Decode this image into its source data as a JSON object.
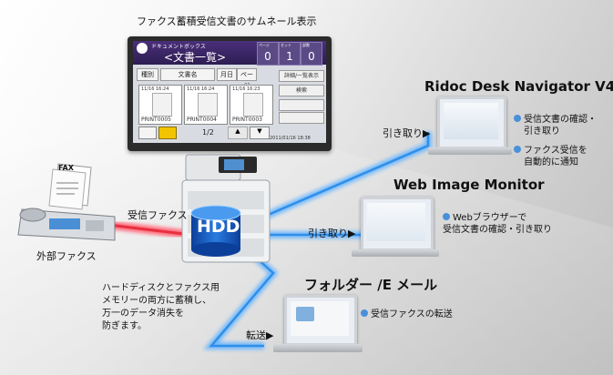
{
  "panel_caption": "ファクス蓄積受信文書のサムネール表示",
  "panel_screen": {
    "breadcrumb": "ドキュメントボックス",
    "title": "<文書一覧>",
    "counter_labels": [
      "ページ",
      "セット",
      "部数"
    ],
    "counters": [
      "0",
      "1",
      "0"
    ],
    "tabs": [
      "種別",
      "文書名",
      "月日",
      "ページ"
    ],
    "side_buttons": [
      "詳細/一覧表示",
      "検索"
    ],
    "thumbnails": [
      {
        "date": "11/16 16:24",
        "name": "PRINT0005"
      },
      {
        "date": "11/16 16:24",
        "name": "PRINT0004"
      },
      {
        "date": "11/16 16:23",
        "name": "PRINT0003"
      }
    ],
    "page_indicator": "1/2",
    "footer_time": "2011/01/16 18:38"
  },
  "fax": {
    "label": "FAX",
    "external_fax_label": "外部ファクス",
    "arrow_label": "受信ファクス"
  },
  "hdd_label": "HDD",
  "storage_note": [
    "ハードディスクとファクス用",
    "メモリーの両方に蓄積し、",
    "万一のデータ消失を",
    "防ぎます。"
  ],
  "destinations": [
    {
      "title": "Ridoc Desk Navigator V4",
      "arrow_label": "引き取り▶",
      "bullets": [
        [
          "受信文書の確認・",
          "引き取り"
        ],
        [
          "ファクス受信を",
          "自動的に通知"
        ]
      ]
    },
    {
      "title": "Web Image Monitor",
      "arrow_label": "引き取り▶",
      "bullets": [
        [
          "Webブラウザーで",
          "受信文書の確認・引き取り"
        ]
      ]
    },
    {
      "title": "フォルダー /E メール",
      "arrow_label": "転送▶",
      "bullets": [
        [
          "受信ファクスの転送"
        ]
      ]
    }
  ],
  "colors": {
    "accent_blue": "#4a90d9",
    "line_blue": "#2f8fe8",
    "line_red": "#e83040",
    "panel_purple": "#3a2566"
  }
}
